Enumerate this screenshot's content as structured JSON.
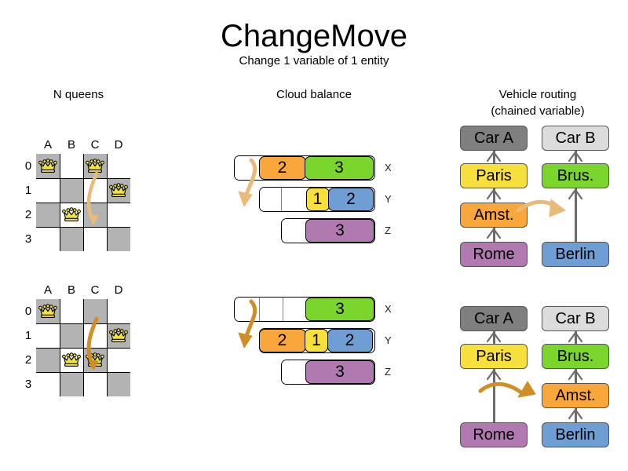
{
  "header": {
    "title": "ChangeMove",
    "subtitle": "Change 1 variable of 1 entity"
  },
  "sections": {
    "queens_title": "N queens",
    "cloud_title": "Cloud balance",
    "vrp_title_line1": "Vehicle routing",
    "vrp_title_line2": "(chained variable)"
  },
  "colors": {
    "orange": "#f9a63a",
    "green": "#7ad52c",
    "yellow": "#f7e03c",
    "blue": "#6e9ed4",
    "purple": "#b07ab0",
    "dark_gray": "#7f7f7f",
    "light_gray": "#dcdcdc",
    "board_dark": "#b3b3b3",
    "board_light": "#ffffff",
    "arrow_light": "#e8bb7a",
    "arrow_dark": "#cf8e26",
    "connector": "#6b6b6b"
  },
  "queens": {
    "column_labels": [
      "A",
      "B",
      "C",
      "D"
    ],
    "row_labels": [
      "0",
      "1",
      "2",
      "3"
    ],
    "before": {
      "pieces": [
        {
          "col": 0,
          "row": 0
        },
        {
          "col": 2,
          "row": 0
        },
        {
          "col": 3,
          "row": 1
        },
        {
          "col": 1,
          "row": 2
        }
      ],
      "move": {
        "from_col": 2,
        "from_row": 0,
        "to_col": 2,
        "to_row": 2
      }
    },
    "after": {
      "pieces": [
        {
          "col": 0,
          "row": 0
        },
        {
          "col": 3,
          "row": 1
        },
        {
          "col": 1,
          "row": 2
        },
        {
          "col": 2,
          "row": 2
        }
      ],
      "move": {
        "from_col": 2,
        "from_row": 0,
        "to_col": 2,
        "to_row": 2
      }
    }
  },
  "cloud": {
    "before": {
      "rows": [
        {
          "label": "X",
          "segments": [
            {
              "value": "",
              "color": "#ffffff",
              "width": 32,
              "filled": false
            },
            {
              "value": "2",
              "color": "#f9a63a",
              "width": 60,
              "filled": true
            },
            {
              "value": "3",
              "color": "#7ad52c",
              "width": 88,
              "filled": true
            }
          ]
        },
        {
          "label": "Y",
          "segments": [
            {
              "value": "",
              "color": "#ffffff",
              "width": 28,
              "filled": false
            },
            {
              "value": "",
              "color": "#ffffff",
              "width": 32,
              "filled": false
            },
            {
              "value": "1",
              "color": "#f7e03c",
              "width": 30,
              "filled": true
            },
            {
              "value": "2",
              "color": "#6e9ed4",
              "width": 58,
              "filled": true
            }
          ]
        },
        {
          "label": "Z",
          "segments": [
            {
              "value": "",
              "color": "#ffffff",
              "width": 32,
              "filled": false
            },
            {
              "value": "3",
              "color": "#b07ab0",
              "width": 88,
              "filled": true
            }
          ]
        }
      ]
    },
    "after": {
      "rows": [
        {
          "label": "X",
          "segments": [
            {
              "value": "",
              "color": "#ffffff",
              "width": 32,
              "filled": false
            },
            {
              "value": "",
              "color": "#ffffff",
              "width": 30,
              "filled": false
            },
            {
              "value": "",
              "color": "#ffffff",
              "width": 30,
              "filled": false
            },
            {
              "value": "3",
              "color": "#7ad52c",
              "width": 88,
              "filled": true
            }
          ]
        },
        {
          "label": "Y",
          "segments": [
            {
              "value": "2",
              "color": "#f9a63a",
              "width": 60,
              "filled": true
            },
            {
              "value": "1",
              "color": "#f7e03c",
              "width": 30,
              "filled": true
            },
            {
              "value": "2",
              "color": "#6e9ed4",
              "width": 58,
              "filled": true
            }
          ]
        },
        {
          "label": "Z",
          "segments": [
            {
              "value": "",
              "color": "#ffffff",
              "width": 32,
              "filled": false
            },
            {
              "value": "3",
              "color": "#b07ab0",
              "width": 88,
              "filled": true
            }
          ]
        }
      ]
    }
  },
  "vrp": {
    "before": {
      "chains": [
        {
          "nodes": [
            {
              "label": "Car A",
              "color": "#7f7f7f"
            },
            {
              "label": "Paris",
              "color": "#f7e03c"
            },
            {
              "label": "Amst.",
              "color": "#f9a63a"
            },
            {
              "label": "Rome",
              "color": "#b07ab0"
            }
          ]
        },
        {
          "nodes": [
            {
              "label": "Car B",
              "color": "#dcdcdc"
            },
            {
              "label": "Brus.",
              "color": "#7ad52c"
            },
            {
              "label": "Berlin",
              "color": "#6e9ed4"
            }
          ]
        }
      ]
    },
    "after": {
      "chains": [
        {
          "nodes": [
            {
              "label": "Car A",
              "color": "#7f7f7f"
            },
            {
              "label": "Paris",
              "color": "#f7e03c"
            },
            {
              "label": "Rome",
              "color": "#b07ab0"
            }
          ]
        },
        {
          "nodes": [
            {
              "label": "Car B",
              "color": "#dcdcdc"
            },
            {
              "label": "Brus.",
              "color": "#7ad52c"
            },
            {
              "label": "Amst.",
              "color": "#f9a63a"
            },
            {
              "label": "Berlin",
              "color": "#6e9ed4"
            }
          ]
        }
      ]
    }
  }
}
